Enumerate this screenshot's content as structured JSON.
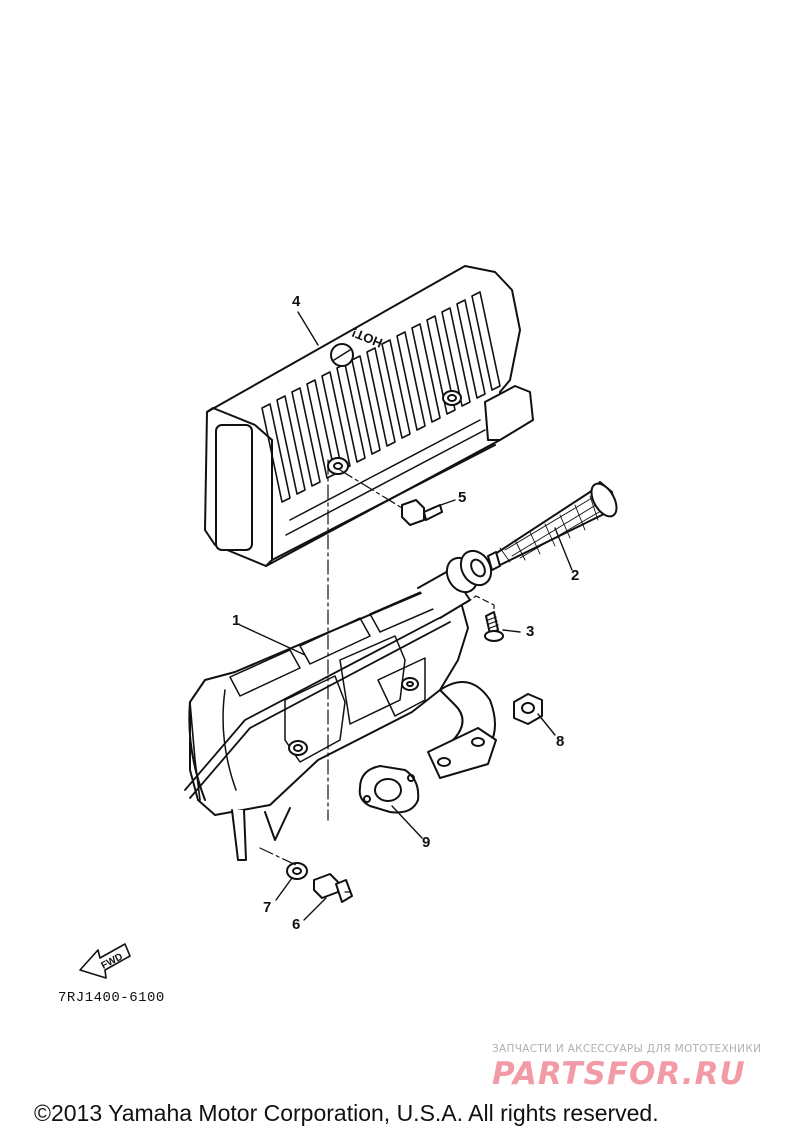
{
  "callouts": [
    "1",
    "2",
    "3",
    "4",
    "5",
    "6",
    "7",
    "8",
    "9"
  ],
  "fwd_label": "FWD",
  "shield_text": "HOT!",
  "drawing_code": "7RJ1400-6100",
  "watermark": {
    "tagline": "ЗАПЧАСТИ И АКСЕССУАРЫ ДЛЯ МОТОТЕХНИКИ",
    "logo_text": "PARTSFOR.RU",
    "logo_color": "#e84a5f"
  },
  "copyright": "©2013 Yamaha Motor Corporation, U.S.A. All rights reserved."
}
